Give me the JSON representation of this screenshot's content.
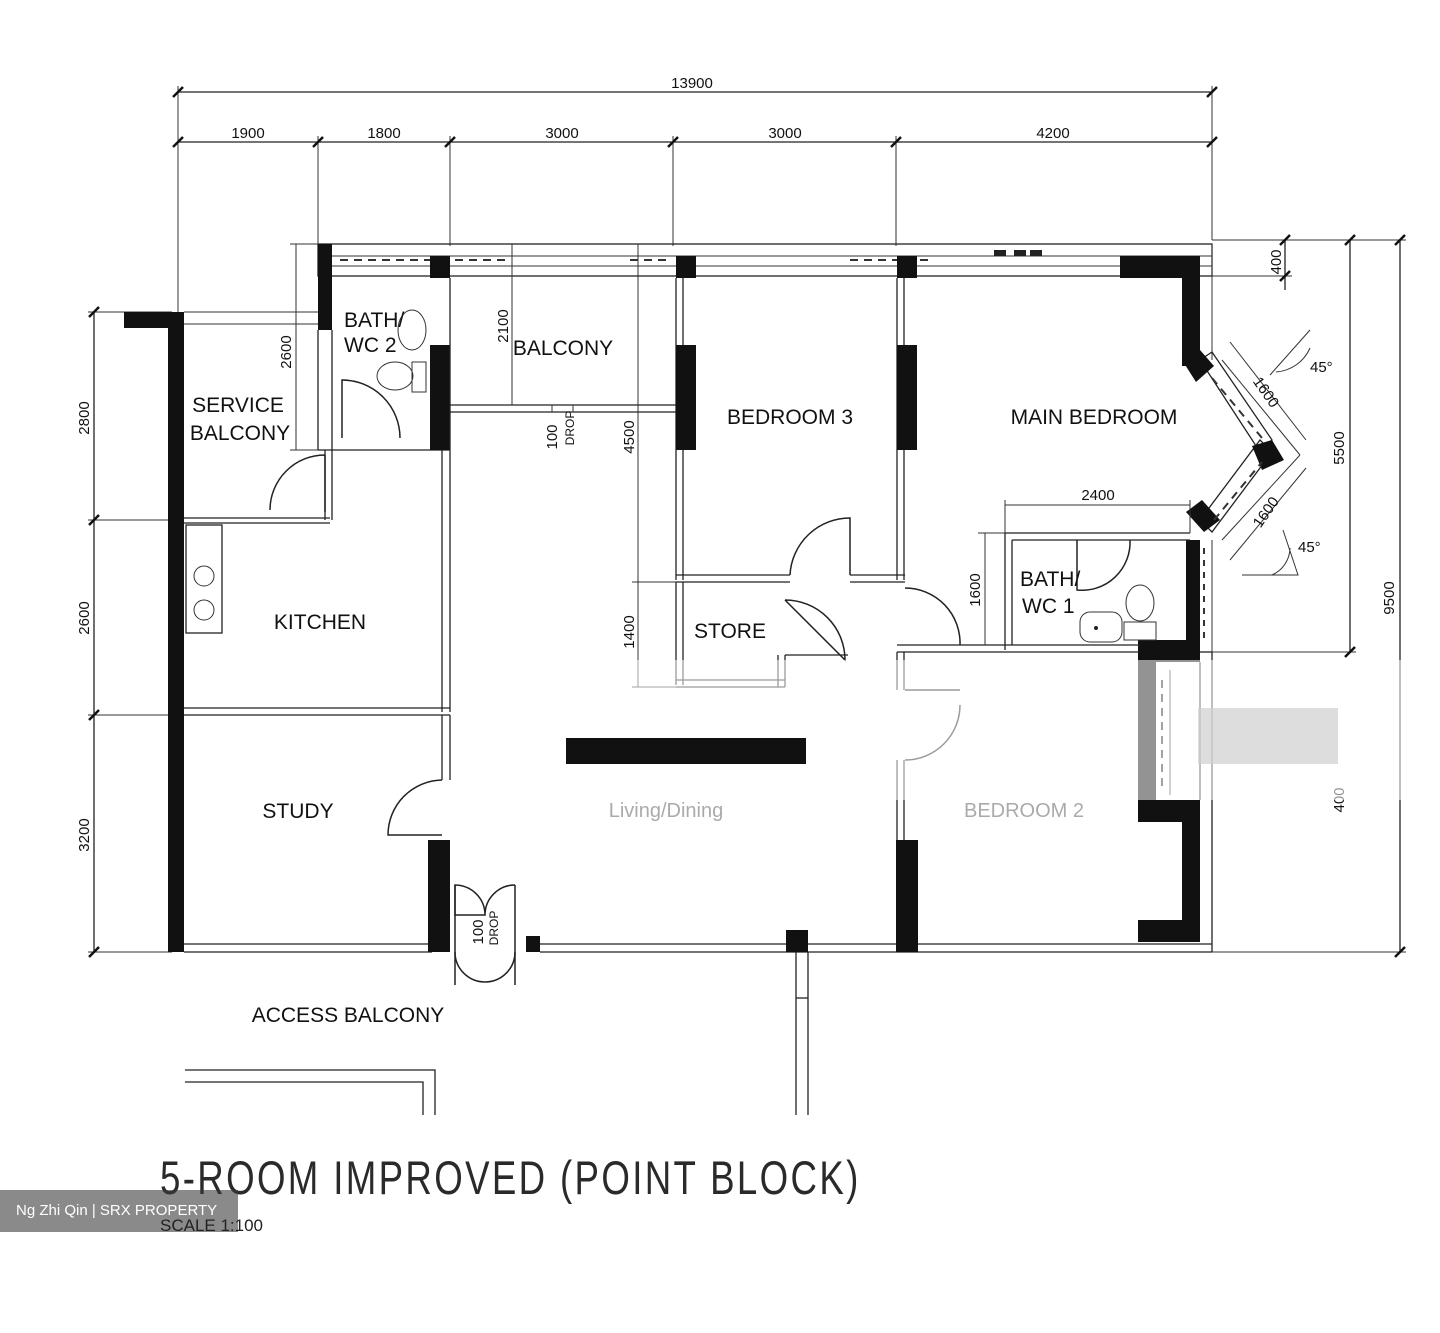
{
  "plan": {
    "title": "5-ROOM IMPROVED (POINT BLOCK)",
    "scale": "SCALE   1:100",
    "watermark": "Ng Zhi Qin | SRX PROPERTY",
    "rooms": {
      "bath2_a": "BATH/",
      "bath2_b": "WC  2",
      "balcony": "BALCONY",
      "bedroom3": "BEDROOM  3",
      "main_bedroom": "MAIN  BEDROOM",
      "service_a": "SERVICE",
      "service_b": "BALCONY",
      "kitchen": "KITCHEN",
      "store": "STORE",
      "bath1_a": "BATH/",
      "bath1_b": "WC  1",
      "study": "STUDY",
      "living": "Living/Dining",
      "bedroom2": "BEDROOM 2",
      "access": "ACCESS  BALCONY"
    },
    "dims": {
      "total_width": "13900",
      "w1": "1900",
      "w2": "1800",
      "w3": "3000",
      "w4": "3000",
      "w5": "4200",
      "d_400_top": "400",
      "h_2800": "2800",
      "h_2600_left": "2600",
      "h_3200": "3200",
      "h_2600_bath": "2600",
      "h_2100": "2100",
      "h_4500": "4500",
      "h_1400": "1400",
      "h_1600": "1600",
      "w_2400": "2400",
      "h_5500": "5500",
      "h_9500": "9500",
      "bay_1600_a": "1600",
      "bay_1600_b": "1600",
      "angle_a": "45°",
      "angle_b": "45°",
      "drop_a": "100",
      "drop_b": "DROP",
      "drop_c": "100",
      "drop_d": "DROP",
      "d_400_right": "400"
    }
  }
}
